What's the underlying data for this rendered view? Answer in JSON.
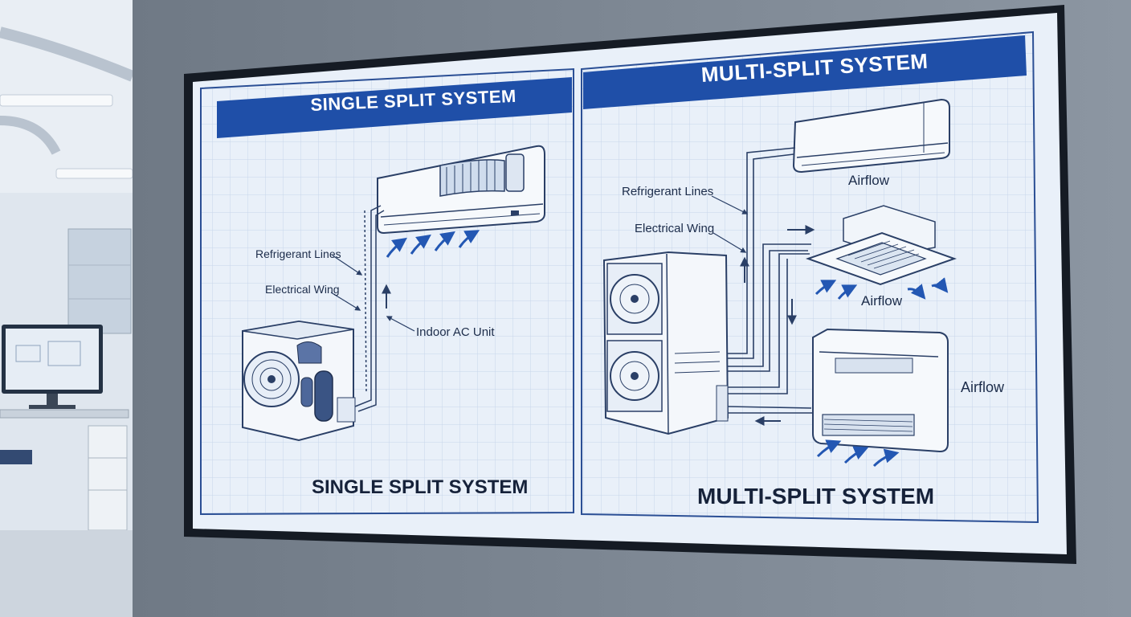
{
  "left_panel": {
    "header": "SINGLE SPLIT SYSTEM",
    "footer": "SINGLE SPLIT SYSTEM",
    "labels": {
      "refrigerant": "Refrigerant Lines",
      "electrical": "Electrical Wing",
      "indoor": "Indoor AC Unit"
    }
  },
  "right_panel": {
    "header": "MULTI-SPLIT SYSTEM",
    "footer": "MULTI-SPLIT SYSTEM",
    "labels": {
      "refrigerant": "Refrigerant Lines",
      "electrical": "Electrical Wing",
      "airflow_1": "Airflow",
      "airflow_2": "Airflow",
      "airflow_3": "Airflow"
    }
  },
  "colors": {
    "header_blue": "#1f4fa8",
    "grid_line": "#c7d6ea",
    "board_bg": "#e9f0f9",
    "ink": "#2a3f66",
    "arrow": "#2357b3"
  }
}
